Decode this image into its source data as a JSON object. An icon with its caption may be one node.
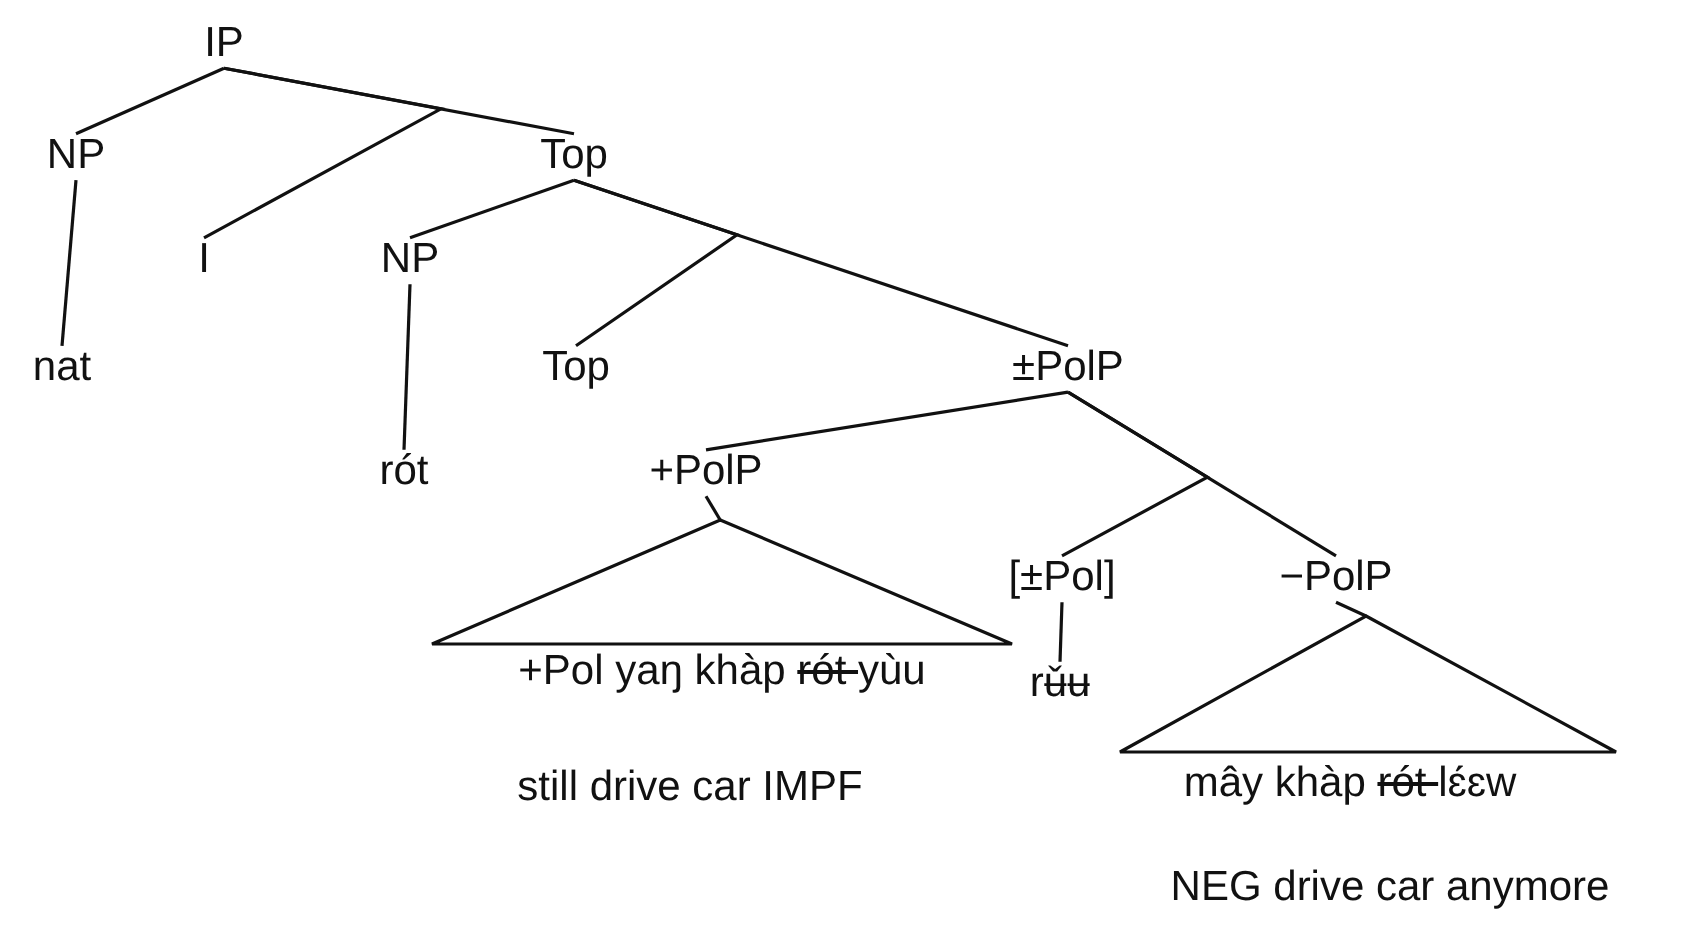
{
  "diagram": {
    "nodes": [
      {
        "text": [
          "IP"
        ]
      },
      {
        "text": [
          "NP"
        ]
      },
      {
        "text": [
          "I"
        ]
      },
      {
        "text": [
          "Top"
        ]
      },
      {
        "text": [
          "nat"
        ]
      },
      {
        "text": [
          "NP"
        ]
      },
      {
        "text": [
          "Top"
        ]
      },
      {
        "text": [
          "±PolP"
        ]
      },
      {
        "text": [
          "rót"
        ]
      },
      {
        "text": [
          "+PolP"
        ]
      },
      {
        "text": [
          "[±Pol]"
        ]
      },
      {
        "text": [
          "−PolP"
        ]
      },
      {
        "text": [
          "+Pol yaŋ khàp rót yùu"
        ],
        "beside": [
          "still drive car IMPF"
        ]
      },
      {
        "text": [
          "rʉ̌ʉ"
        ]
      },
      {
        "text": [
          "mây khàp rót lɛ́ɛw"
        ],
        "beside": [
          "NEG drive car anymore"
        ]
      }
    ],
    "edges": [
      {
        "from": 0,
        "to": 1,
        "arrow": "none"
      },
      {
        "from": 0,
        "to": 2,
        "arrow": "none"
      },
      {
        "from": 0,
        "to": 3,
        "arrow": "none"
      },
      {
        "from": 1,
        "to": 4,
        "arrow": "none"
      },
      {
        "from": 3,
        "to": 5,
        "arrow": "none"
      },
      {
        "from": 3,
        "to": 6,
        "arrow": "none"
      },
      {
        "from": 3,
        "to": 7,
        "arrow": "none"
      },
      {
        "from": 5,
        "to": 8,
        "arrow": "none"
      },
      {
        "from": 7,
        "to": 9,
        "arrow": "none"
      },
      {
        "from": 7,
        "to": 10,
        "arrow": "none"
      },
      {
        "from": 7,
        "to": 11,
        "arrow": "none"
      },
      {
        "from": 9,
        "to": 12,
        "arrow": "none"
      },
      {
        "from": 10,
        "to": 13,
        "arrow": "none"
      },
      {
        "from": 11,
        "to": 14,
        "arrow": "none"
      }
    ]
  }
}
